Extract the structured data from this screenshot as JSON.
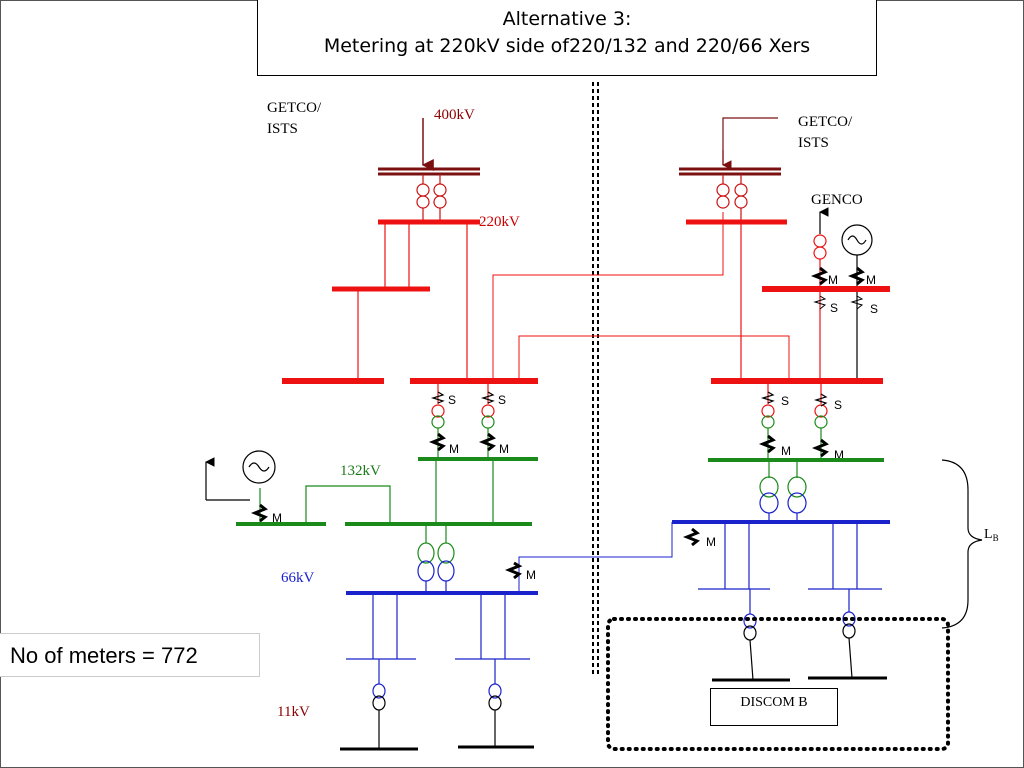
{
  "title": {
    "line1": "Alternative 3:",
    "line2": "Metering at 220kV side of220/132 and 220/66 Xers"
  },
  "summary": {
    "meter_count": "No of meters = 772"
  },
  "labels": {
    "getco_left_1": "GETCO/",
    "getco_left_2": "ISTS",
    "getco_right_1": "GETCO/",
    "getco_right_2": "ISTS",
    "kv400": "400kV",
    "kv220": "220kV",
    "kv132": "132kV",
    "kv66": "66kV",
    "kv11": "11kV",
    "genco": "GENCO",
    "lb_main": "L",
    "lb_sub": "B",
    "discom": "DISCOM B",
    "meter_main": "M",
    "meter_check": "S"
  },
  "colors": {
    "bus_400": "#7a1010",
    "bus_220": "#ee1111",
    "bus_132": "#1a8a1a",
    "bus_66": "#1a22cc",
    "bus_11": "#000000",
    "label_dark_red": "#8b0000",
    "label_red": "#cc0000",
    "label_green": "#1a7a1a",
    "label_blue": "#1a22cc",
    "line_maroon": "#a01818"
  }
}
